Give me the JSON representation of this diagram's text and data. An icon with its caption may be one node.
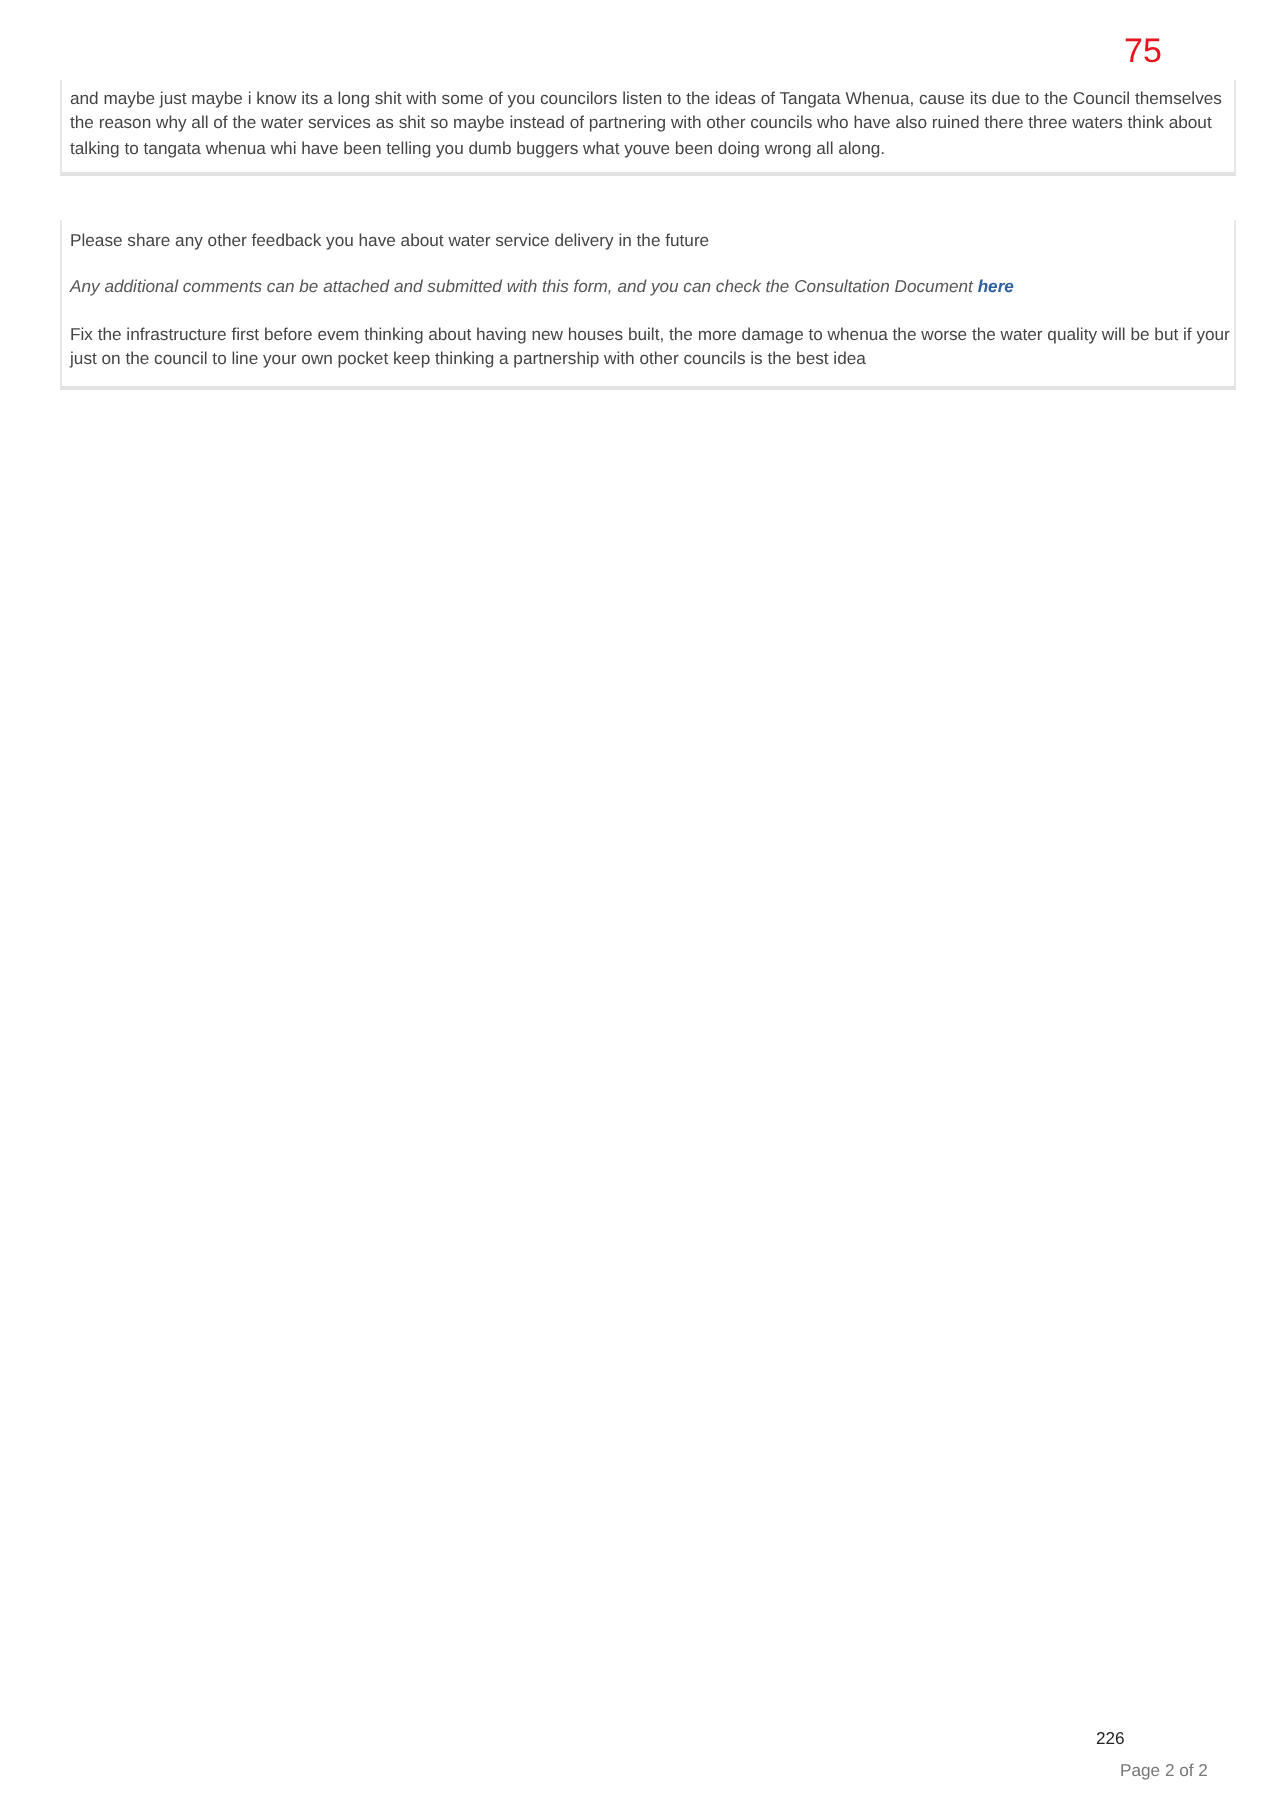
{
  "diagram": {
    "labels": [
      "75",
      "and maybe just maybe i know its a long shit with some of you councilors listen to the ideas of Tangata Whenua, cause its due to the Council themselves the reason why all of the water services as shit so maybe instead of partnering with other councils who have also ruined there three waters think about talking to tangata whenua whi have been telling you dumb buggers what youve been doing wrong all along.",
      "Please share any other feedback you have about water service delivery in the future",
      "Any additional comments can be attached and submitted with this form, and you can check the Consultation Document",
      "here",
      "Fix the infrastructure first before evem thinking about having new houses built, the more damage to whenua the worse the water quality will be but if your just on the council to line your own pocket keep thinking a partnership with other councils is the best idea",
      "226",
      "Page 2 of 2"
    ]
  }
}
